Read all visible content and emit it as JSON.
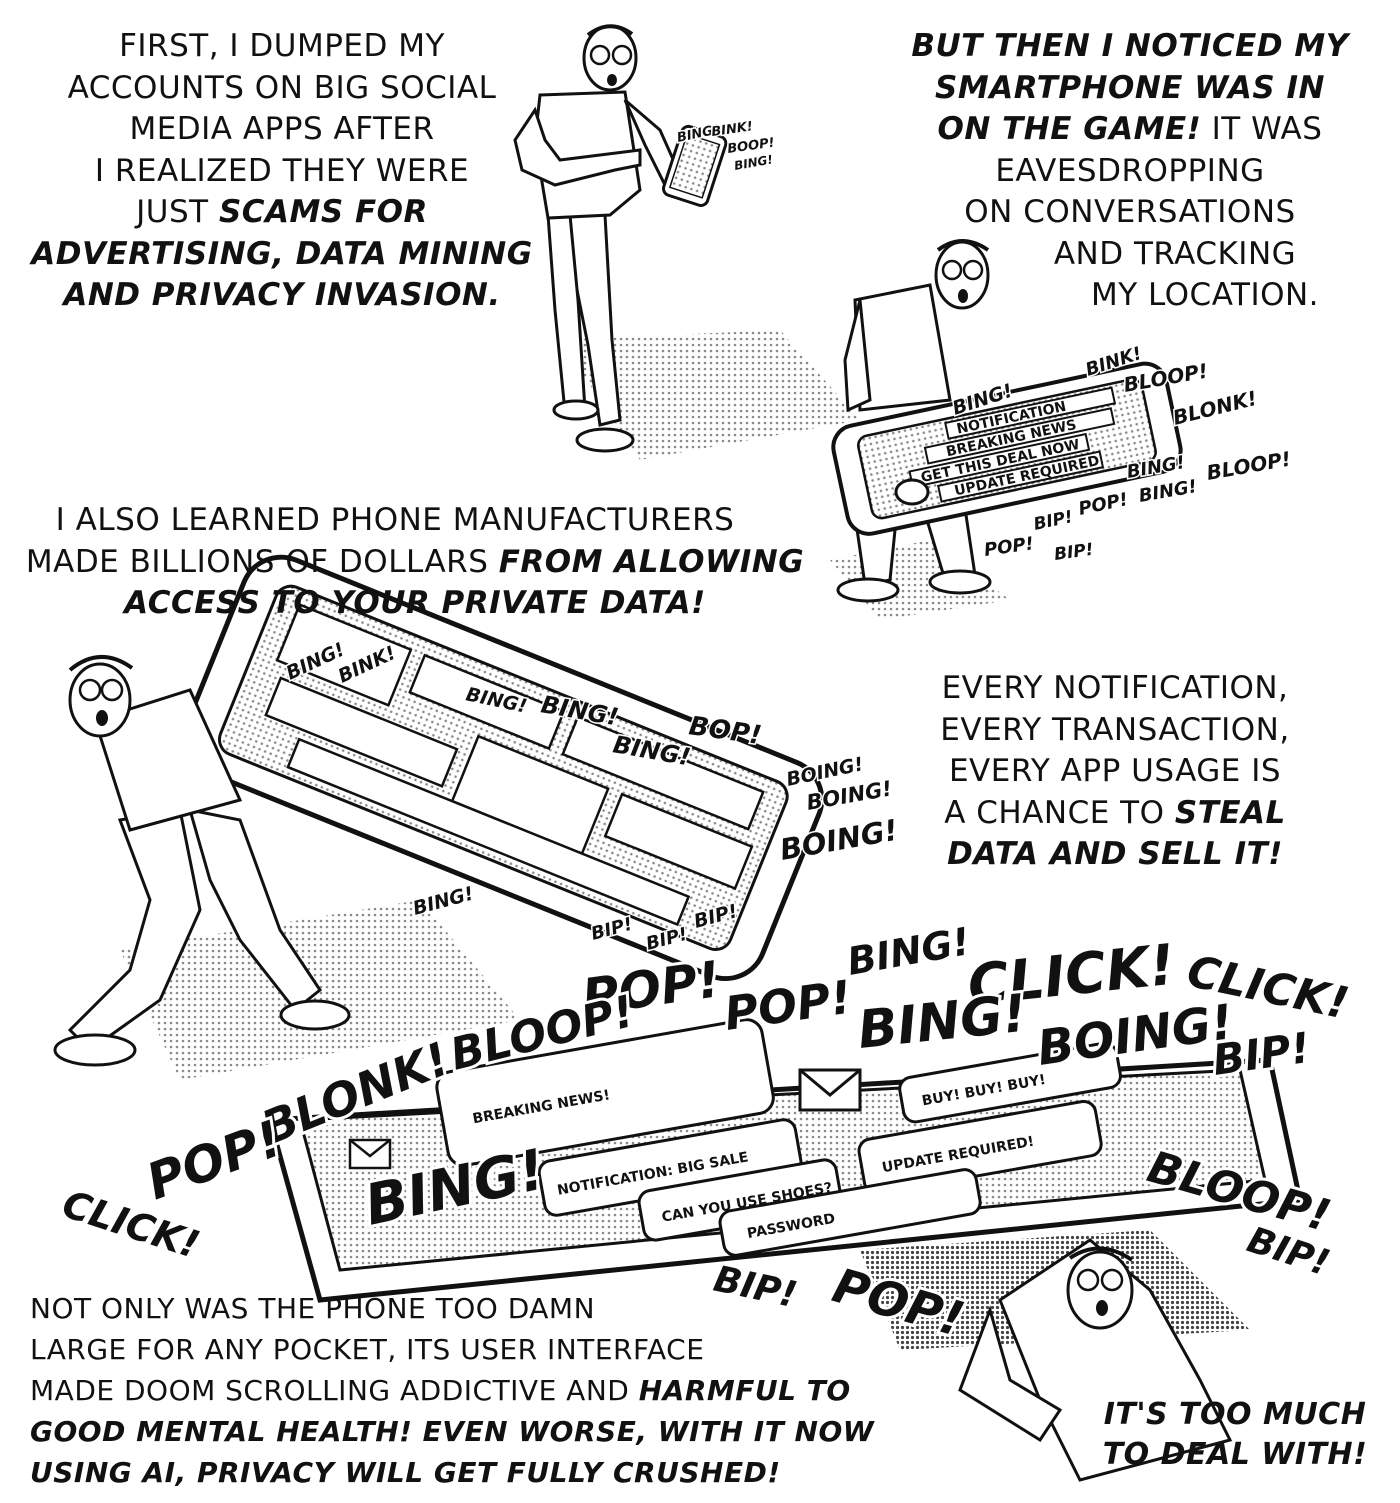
{
  "captions": {
    "first": {
      "lines": [
        [
          "FIRST, I DUMPED MY"
        ],
        [
          "ACCOUNTS ON BIG SOCIAL"
        ],
        [
          "MEDIA APPS AFTER"
        ],
        [
          "I REALIZED THEY WERE"
        ],
        [
          "JUST ",
          "SCAMS FOR"
        ],
        [
          "ADVERTISING, DATA MINING"
        ],
        [
          "AND PRIVACY INVASION."
        ]
      ]
    },
    "second": {
      "lines": [
        [
          "BUT THEN I NOTICED MY"
        ],
        [
          "SMARTPHONE WAS IN"
        ],
        [
          "ON THE GAME!",
          " IT WAS"
        ],
        [
          "EAVESDROPPING"
        ],
        [
          "ON CONVERSATIONS"
        ],
        [
          "AND TRACKING"
        ],
        [
          "MY LOCATION."
        ]
      ]
    },
    "third": {
      "lines": [
        [
          "I ALSO LEARNED PHONE MANUFACTURERS"
        ],
        [
          "MADE BILLIONS OF DOLLARS ",
          "FROM ALLOWING"
        ],
        [
          "ACCESS TO YOUR PRIVATE DATA!"
        ]
      ]
    },
    "fourth": {
      "lines": [
        [
          "EVERY NOTIFICATION,"
        ],
        [
          "EVERY TRANSACTION,"
        ],
        [
          "EVERY APP USAGE IS"
        ],
        [
          "A CHANCE TO ",
          "STEAL"
        ],
        [
          "DATA AND SELL IT!"
        ]
      ]
    },
    "fifth": {
      "lines": [
        [
          "NOT ONLY WAS THE PHONE TOO DAMN"
        ],
        [
          "LARGE FOR ANY POCKET, ITS USER INTERFACE"
        ],
        [
          "MADE DOOM SCROLLING ADDICTIVE AND ",
          "HARMFUL TO"
        ],
        [
          "GOOD MENTAL HEALTH! EVEN WORSE, WITH IT NOW"
        ],
        [
          "USING AI, PRIVACY WILL GET FULLY CRUSHED!"
        ]
      ]
    },
    "exclaim": {
      "lines": [
        [
          "IT'S TOO MUCH"
        ],
        [
          "TO DEAL WITH!"
        ]
      ]
    }
  },
  "sound_effects": {
    "panel1": [
      "BING!",
      "BINK!",
      "BOOP!",
      "BING!"
    ],
    "panel2": [
      "BING!",
      "BINK!",
      "BLOOP!",
      "BLONK!",
      "BING!",
      "BING!",
      "BLOOP!",
      "POP!",
      "BIP!",
      "POP!",
      "BIP!"
    ],
    "panel3": [
      "BING!",
      "BINK!",
      "BING!",
      "BING!",
      "BING!",
      "BOP!",
      "BOING!",
      "BOING!",
      "BOING!",
      "BING!",
      "BIP!",
      "BIP!",
      "BIP!"
    ],
    "panel4": [
      "BING!",
      "CLICK!",
      "CLICK!",
      "POP!",
      "POP!",
      "BLOOP!",
      "BING!",
      "BOING!",
      "BIP!",
      "BLONK!",
      "POP!",
      "CLICK!",
      "BING!",
      "BLOOP!",
      "BIP!",
      "BIP!",
      "POP!"
    ]
  },
  "phone_notifications": {
    "panel2": [
      "NOTIFICATION",
      "BREAKING NEWS",
      "GET THIS DEAL NOW",
      "UPDATE REQUIRED"
    ],
    "panel4": [
      "BREAKING NEWS!",
      "NOTIFICATION: BIG SALE",
      "CAN YOU USE SHOES?",
      "UPDATE REQUIRED!",
      "BUY! BUY! BUY!",
      "PASSWORD"
    ]
  },
  "colors": {
    "ink": "#111111",
    "paper": "#ffffff",
    "halftone": "#9a9a9a"
  },
  "icons": [
    "envelope-icon"
  ]
}
